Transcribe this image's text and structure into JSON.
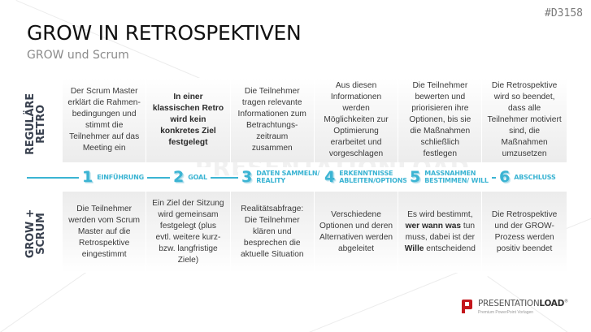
{
  "slide_id": "#D3158",
  "header": {
    "title": "GROW IN RETROSPEKTIVEN",
    "subtitle": "GROW und Scrum"
  },
  "rows": {
    "top_label": [
      "REGULÄRE",
      "RETRO"
    ],
    "bottom_label": [
      "GROW +",
      "SCRUM"
    ]
  },
  "top_cells": [
    {
      "text": "Der Scrum Master erklärt die Rahmen-bedingungen und stimmt die Teilnehmer auf das Meeting ein"
    },
    {
      "text": "In einer klassischen Retro wird kein konkretes Ziel festgelegt",
      "bold": true
    },
    {
      "text": "Die Teilnehmer tragen relevante Informationen zum Betrachtungs-zeitraum zusammen"
    },
    {
      "text": "Aus diesen Informationen werden Möglichkeiten zur Optimierung erarbeitet und vorgeschlagen"
    },
    {
      "text": "Die Teilnehmer bewerten und priorisieren ihre Optionen, bis sie die Maßnahmen schließlich festlegen"
    },
    {
      "text": "Die Retrospektive wird so beendet, dass alle Teilnehmer motiviert sind, die Maßnahmen umzusetzen"
    }
  ],
  "bottom_cells": [
    {
      "text": "Die Teilnehmer werden vom Scrum Master auf die Retrospektive eingestimmt"
    },
    {
      "text": "Ein Ziel der Sitzung wird gemeinsam festgelegt (plus evtl. weitere kurz- bzw. langfristige Ziele)"
    },
    {
      "text": "Realitätsabfrage: Die Teilnehmer klären und besprechen die aktuelle Situation"
    },
    {
      "text": "Verschiedene Optionen und deren Alternativen werden abgeleitet"
    },
    {
      "parts": [
        {
          "t": "Es wird bestimmt, ",
          "b": false
        },
        {
          "t": "wer wann was",
          "b": true
        },
        {
          "t": " tun muss, dabei ist der ",
          "b": false
        },
        {
          "t": "Wille",
          "b": true
        },
        {
          "t": " entscheidend",
          "b": false
        }
      ]
    },
    {
      "text": "Die Retrospektive und der GROW-Prozess werden positiv beendet"
    }
  ],
  "timeline": {
    "color": "#3bb4d3",
    "steps": [
      {
        "num": "1",
        "label": [
          "EINFÜHRUNG"
        ]
      },
      {
        "num": "2",
        "label": [
          "GOAL"
        ]
      },
      {
        "num": "3",
        "label": [
          "DATEN SAMMELN/",
          "REALITY"
        ]
      },
      {
        "num": "4",
        "label": [
          "ERKENNTNISSE",
          "ABLEITEN/OPTIONS"
        ]
      },
      {
        "num": "5",
        "label": [
          "MASSNAHMEN",
          "BESTIMMEN/ WILL"
        ]
      },
      {
        "num": "6",
        "label": [
          "ABSCHLUSS"
        ]
      }
    ]
  },
  "watermark": "PRESENTATIONLOAD",
  "logo": {
    "brand_light": "PRESENTATION",
    "brand_bold": "LOAD",
    "registered": "®",
    "tagline": "Premium PowerPoint Vorlagen",
    "color": "#c4161c"
  }
}
